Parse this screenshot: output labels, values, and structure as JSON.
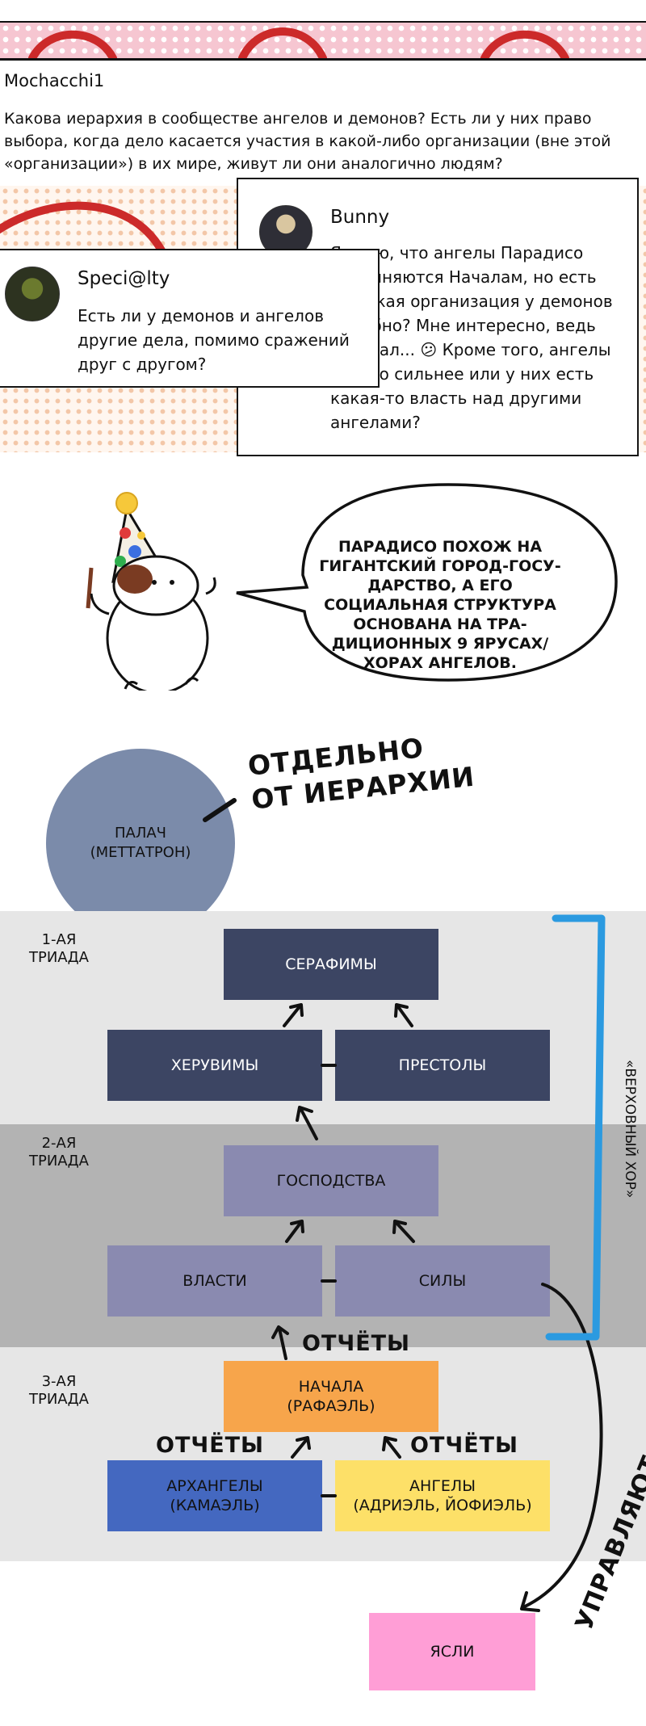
{
  "comments": {
    "top": {
      "user": "Mochacchi1",
      "text": "Какова иерархия в сообществе ангелов и демонов? Есть ли у них право выбора, когда дело касается участия в какой-либо организации (вне этой «организации») в их мире, живут ли они аналогично людям?"
    },
    "bunny": {
      "user": "Bunny",
      "text": "Я знаю, что ангелы Парадисо подчиняются Началам, но есть ли какая организация у демонов подобно? Мне интересно, ведь генерал... 😕 Кроме того, ангелы просто сильнее или у них есть какая-то власть над другими ангелами?"
    },
    "speci": {
      "user": "Speci@lty",
      "text": "Есть ли у демонов и ангелов другие дела, помимо сражений друг с другом?"
    }
  },
  "speech": {
    "text": "ПАРАДИСО ПОХОЖ НА ГИГАНТСКИЙ ГОРОД-ГОСУ-ДАРСТВО, А ЕГО СОЦИАЛЬНАЯ СТРУКТУРА ОСНОВАНА НА ТРА-ДИЦИОННЫХ 9 ЯРУСАХ/ ХОРАХ АНГЕЛОВ."
  },
  "diagram": {
    "executioner": "ПАЛАЧ\n(МЕТТАТРОН)",
    "separate_note": "ОТДЕЛЬНО\nОТ ИЕРАРХИИ",
    "triads": [
      "1-АЯ\nТРИАДА",
      "2-АЯ\nТРИАДА",
      "3-АЯ\nТРИАДА"
    ],
    "boxes": {
      "seraphim": "СЕРАФИМЫ",
      "cherubim": "ХЕРУВИМЫ",
      "thrones": "ПРЕСТОЛЫ",
      "dominions": "ГОСПОДСТВА",
      "powers": "ВЛАСТИ",
      "virtues": "СИЛЫ",
      "principalities": "НАЧАЛА\n(РАФАЭЛЬ)",
      "archangels": "АРХАНГЕЛЫ\n(КАМАЭЛЬ)",
      "angels": "АНГЕЛЫ\n(АДРИЭЛЬ, ЙОФИЭЛЬ)",
      "nursery": "ЯСЛИ"
    },
    "reports_label": "ОТЧЁТЫ",
    "supreme_choir": "«ВЕРХОВНЫЙ ХОР»",
    "manage": "УПРАВЛЯЮТ"
  },
  "colors": {
    "band_light": "#e6e6e6",
    "band_dark": "#b3b3b3",
    "box_dark": "#3c4563",
    "box_mid": "#8a8ab0",
    "principalities": "#f7a54b",
    "archangels": "#4468c0",
    "angels": "#fde068",
    "nursery": "#ff9ed6",
    "bracket": "#2b9ae0",
    "circle": "#7b8baa"
  }
}
